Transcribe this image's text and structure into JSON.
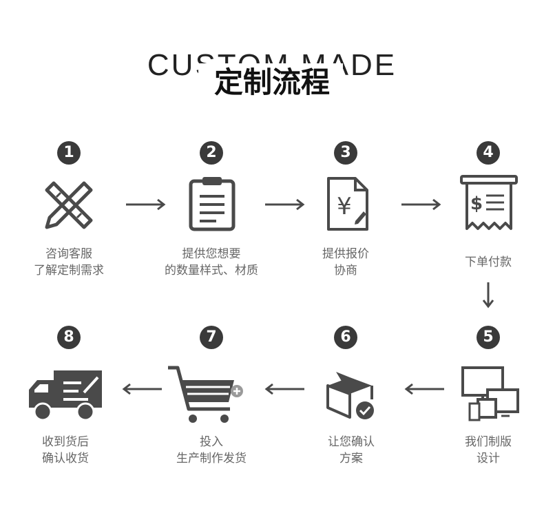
{
  "title_en": "CUSTOM MADE",
  "title_cn": "定制流程",
  "steps": [
    {
      "num": "1",
      "line1": "咨询客服",
      "line2": "了解定制需求",
      "icon": "ruler-pencil-icon"
    },
    {
      "num": "2",
      "line1": "提供您想要",
      "line2": "的数量样式、材质",
      "icon": "clipboard-icon"
    },
    {
      "num": "3",
      "line1": "提供报价",
      "line2": "协商",
      "icon": "yuan-document-icon"
    },
    {
      "num": "4",
      "line1": "下单付款",
      "line2": "",
      "icon": "receipt-icon"
    },
    {
      "num": "5",
      "line1": "我们制版",
      "line2": "设计",
      "icon": "devices-icon"
    },
    {
      "num": "6",
      "line1": "让您确认",
      "line2": "方案",
      "icon": "box-check-icon"
    },
    {
      "num": "7",
      "line1": "投入",
      "line2": "生产制作发货",
      "icon": "shopping-cart-icon"
    },
    {
      "num": "8",
      "line1": "收到货后",
      "line2": "确认收货",
      "icon": "delivery-truck-icon"
    }
  ],
  "colors": {
    "icon": "#4a4a4a",
    "badge": "#3a3a3a",
    "text": "#666666"
  }
}
